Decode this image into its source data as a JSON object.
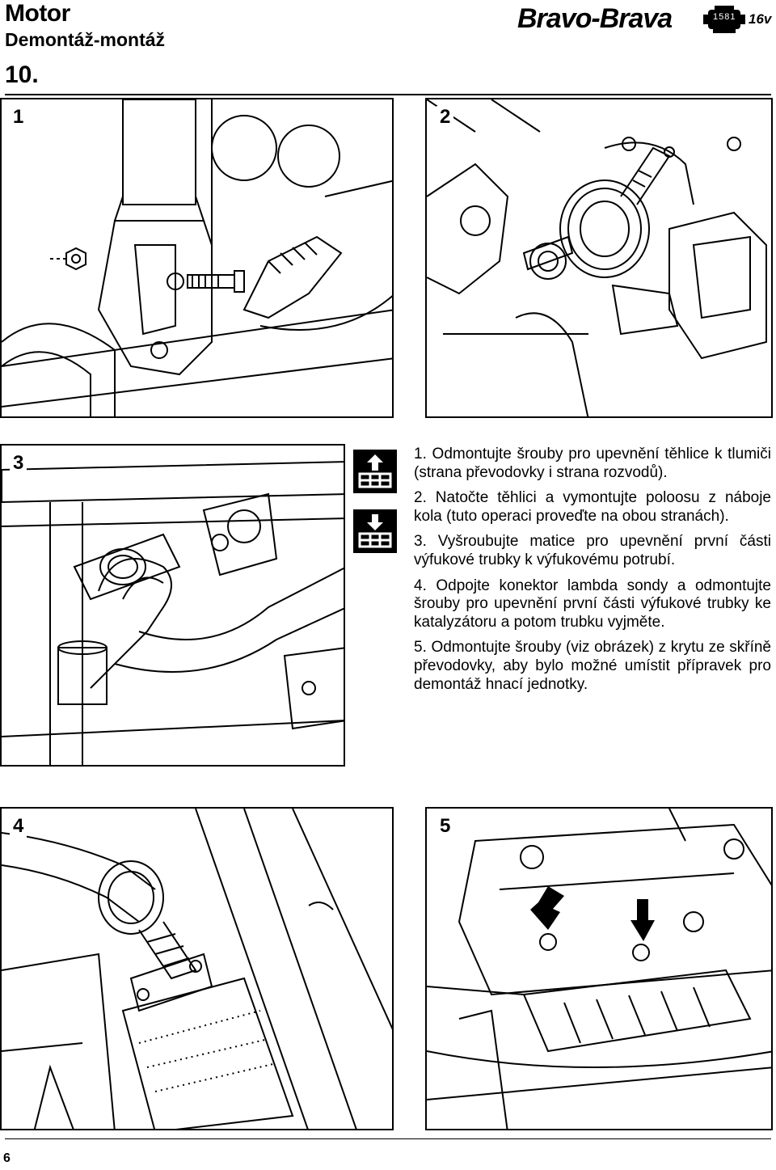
{
  "header": {
    "title": "Motor",
    "subtitle": "Demontáž-montáž",
    "section_number": "10.",
    "model": "Bravo-Brava",
    "engine_code": "1581",
    "valves": "16v",
    "engine_badge_icon": "engine-block-icon"
  },
  "figures": [
    {
      "label": "1",
      "subject": "drawing"
    },
    {
      "label": "2",
      "subject": "drawing"
    },
    {
      "label": "3",
      "subject": "drawing"
    },
    {
      "label": "4",
      "subject": "drawing"
    },
    {
      "label": "5",
      "subject": "drawing"
    }
  ],
  "operation_icons": [
    "remove-component-icon",
    "install-component-icon"
  ],
  "instructions": [
    "1. Odmontujte šrouby pro upevnění těhlice k tlumiči (strana převodovky i strana rozvodů).",
    "2. Natočte těhlici a vymontujte poloosu z náboje kola (tuto operaci proveďte na obou stranách).",
    "3. Vyšroubujte matice pro upevnění první části výfukové trubky k výfukovému potrubí.",
    "4. Odpojte konektor lambda sondy a odmontujte šrouby pro upevnění první části výfukové trubky ke katalyzátoru a potom trubku vyjměte.",
    "5. Odmontujte šrouby (viz obrázek) z krytu ze skříně převodovky, aby bylo možné umístit přípravek pro demontáž hnací jednotky."
  ],
  "footer": {
    "page_number": "6"
  }
}
